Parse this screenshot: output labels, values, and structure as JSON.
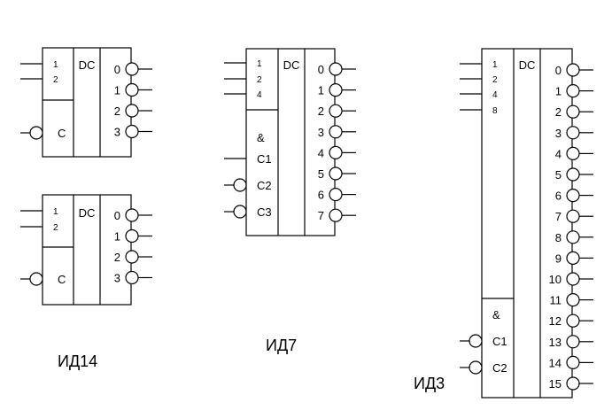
{
  "chips": [
    {
      "id": "id14a",
      "addr": [
        "1",
        "2"
      ],
      "dc": "DC",
      "enable_and": "",
      "controls": [
        "C"
      ],
      "outputs": [
        "0",
        "1",
        "2",
        "3"
      ]
    },
    {
      "id": "id14b",
      "addr": [
        "1",
        "2"
      ],
      "dc": "DC",
      "enable_and": "",
      "controls": [
        "C"
      ],
      "outputs": [
        "0",
        "1",
        "2",
        "3"
      ]
    },
    {
      "id": "id7",
      "addr": [
        "1",
        "2",
        "4"
      ],
      "dc": "DC",
      "enable_and": "&",
      "controls": [
        "C1",
        "C2",
        "C3"
      ],
      "outputs": [
        "0",
        "1",
        "2",
        "3",
        "4",
        "5",
        "6",
        "7"
      ]
    },
    {
      "id": "id3",
      "addr": [
        "1",
        "2",
        "4",
        "8"
      ],
      "dc": "DC",
      "enable_and": "&",
      "controls": [
        "C1",
        "C2"
      ],
      "outputs": [
        "0",
        "1",
        "2",
        "3",
        "4",
        "5",
        "6",
        "7",
        "8",
        "9",
        "10",
        "11",
        "12",
        "13",
        "14",
        "15"
      ]
    }
  ],
  "captions": {
    "id14": "ИД14",
    "id7": "ИД7",
    "id3": "ИД3"
  }
}
